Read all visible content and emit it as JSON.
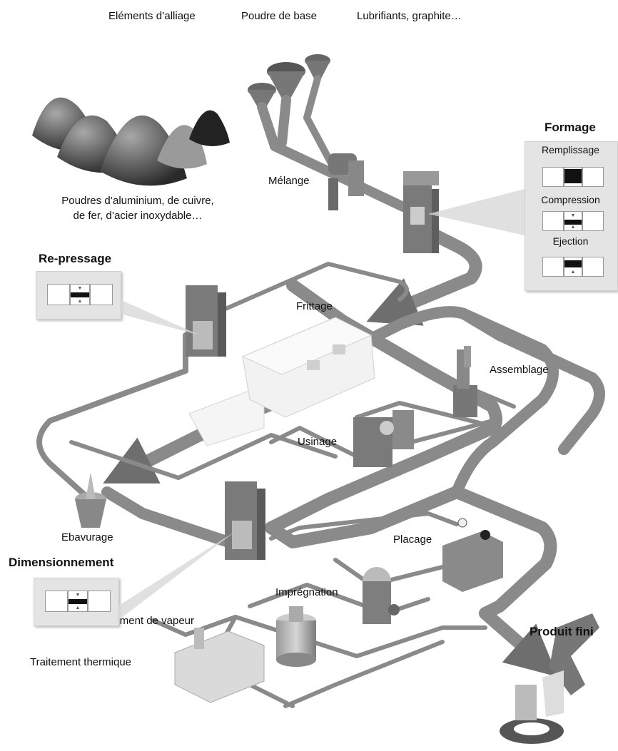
{
  "labels": {
    "alloy": "Eléments d’alliage",
    "base": "Poudre de base",
    "lubricants": "Lubrifiants, graphite…",
    "powders_line1": "Poudres d’aluminium, de cuivre,",
    "powders_line2": "de fer, d’acier inoxydable…",
    "melange": "Mélange",
    "frittage": "Frittage",
    "assemblage": "Assemblage",
    "usinage": "Usinage",
    "ebavurage": "Ebavurage",
    "placage": "Placage",
    "impregnation": "Imprégnation",
    "vapeur": "Traitement de vapeur",
    "thermique": "Traitement thermique"
  },
  "headings": {
    "formage": "Formage",
    "repressage": "Re-pressage",
    "dimensionnement": "Dimensionnement",
    "produit": "Produit fini"
  },
  "formage_steps": [
    "Remplissage",
    "Compression",
    "Ejection"
  ],
  "colors": {
    "pipe": "#8a8a8a",
    "pipe_dark": "#6e6e6e",
    "machine": "#7d7d7d",
    "panel": "#e4e4e4"
  }
}
